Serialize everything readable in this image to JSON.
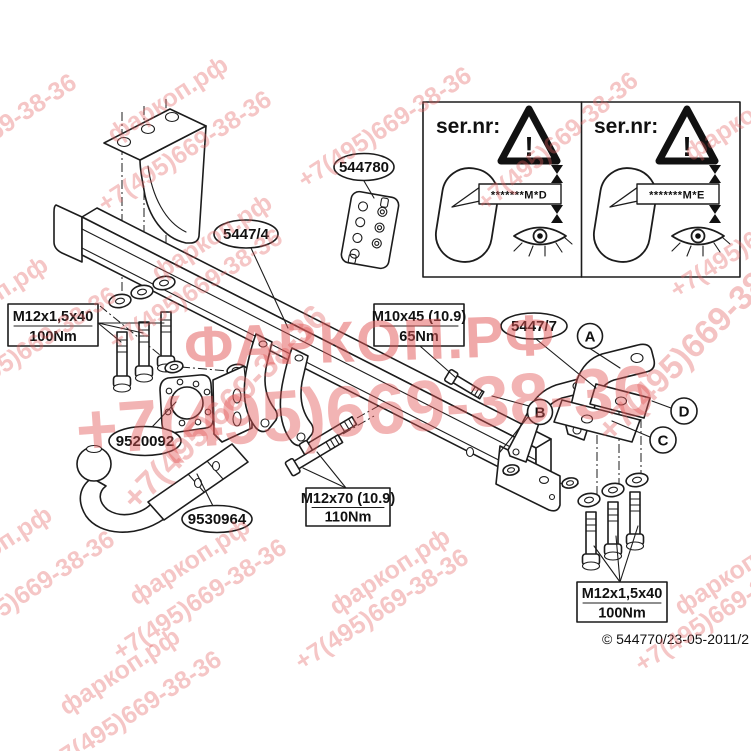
{
  "watermark": {
    "brand": "фаркоп.рф",
    "phone": "+7(495)669-38-36",
    "brand_big": "ФАРКОП.РФ",
    "phone_big": "+7(495)669-38-36",
    "color": "#e15858"
  },
  "sernr_panels": {
    "warning": "!",
    "left": {
      "label": "ser.nr:",
      "code": "*******M*D"
    },
    "right": {
      "label": "ser.nr:",
      "code": "*******M*E"
    }
  },
  "labels": {
    "fixings_bag": "544780",
    "crossbeam": "5447/4",
    "side_arm": "5447/7",
    "flange_plate": "9520092",
    "ball_mount": "9530964"
  },
  "torque": {
    "left": {
      "size": "M12x1,5x40",
      "value": "100Nm"
    },
    "mid_top": {
      "size": "M10x45 (10.9)",
      "value": "65Nm"
    },
    "mid_bottom": {
      "size": "M12x70 (10.9)",
      "value": "110Nm"
    },
    "bottom_right": {
      "size": "M12x1,5x40",
      "value": "100Nm"
    }
  },
  "callouts": {
    "a": "A",
    "b": "B",
    "c": "C",
    "d": "D"
  },
  "footer": {
    "copyright": "© 544770/23-05-2011/2"
  }
}
